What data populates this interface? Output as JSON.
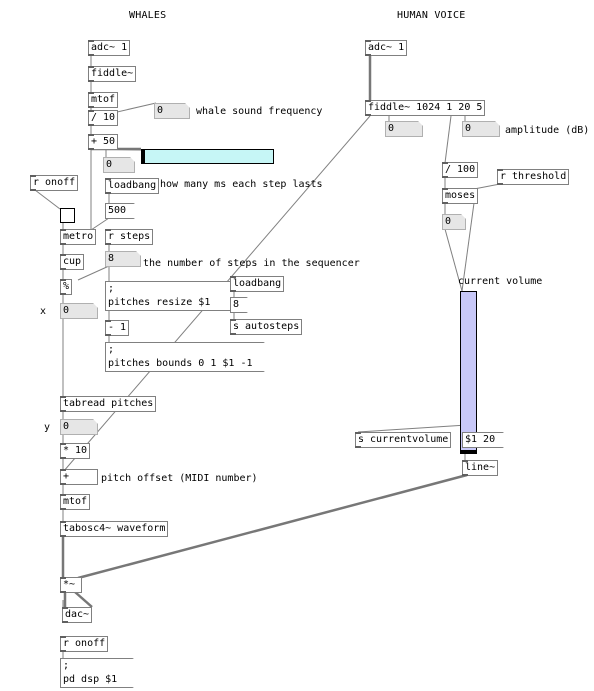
{
  "titles": {
    "whales": "WHALES",
    "human_voice": "HUMAN VOICE"
  },
  "objects": {
    "adc_whales": "adc~ 1",
    "fiddle_whales": "fiddle~",
    "mtof1": "mtof",
    "div10": "/ 10",
    "plus50": "+ 50",
    "r_onoff1": "r onoff",
    "loadbang1": "loadbang",
    "num500": "500",
    "metro": "metro",
    "r_steps": "r steps",
    "cup": "cup",
    "mod": "%",
    "loadbang2": "loadbang",
    "num8b": "8",
    "s_autosteps": "s autosteps",
    "minus1": "- 1",
    "tabread": "tabread pitches",
    "times10": "* 10",
    "plus": "+",
    "mtof2": "mtof",
    "tabosc": "tabosc4~ waveform",
    "times_sig": "*~",
    "dac": "dac~",
    "r_onoff2": "r onoff",
    "adc_voice": "adc~ 1",
    "fiddle_voice": "fiddle~ 1024 1 20 5",
    "div100": "/ 100",
    "r_threshold": "r threshold",
    "moses": "moses",
    "msg_20": "$1 20",
    "line": "line~",
    "s_currentvolume": "s currentvolume"
  },
  "messages": {
    "pitches_resize": [
      ";",
      "pitches resize $1"
    ],
    "pitches_bounds": [
      ";",
      "pitches bounds 0 1 $1 -1"
    ],
    "pd_dsp": [
      ";",
      "pd dsp $1"
    ]
  },
  "atoms": {
    "whale_freq": "0",
    "ms_step": "0",
    "steps": "8",
    "x_val": "0",
    "y_val": "0",
    "voice_pitch": "0",
    "amplitude": "0",
    "moses_out": "0"
  },
  "comments": {
    "whale_sound_frequency": "whale sound frequency",
    "ms_each_step": "how many ms each step lasts",
    "steps_seq": "the number of steps in the sequencer",
    "x": "x",
    "y": "y",
    "pitch_offset": "pitch offset (MIDI number)",
    "amplitude_db": "amplitude (dB)",
    "current_volume": "current volume"
  },
  "colors": {
    "cord": "#7a7a7a",
    "vslider": "#c8c8f8",
    "hslider": "#c6f6f6"
  }
}
